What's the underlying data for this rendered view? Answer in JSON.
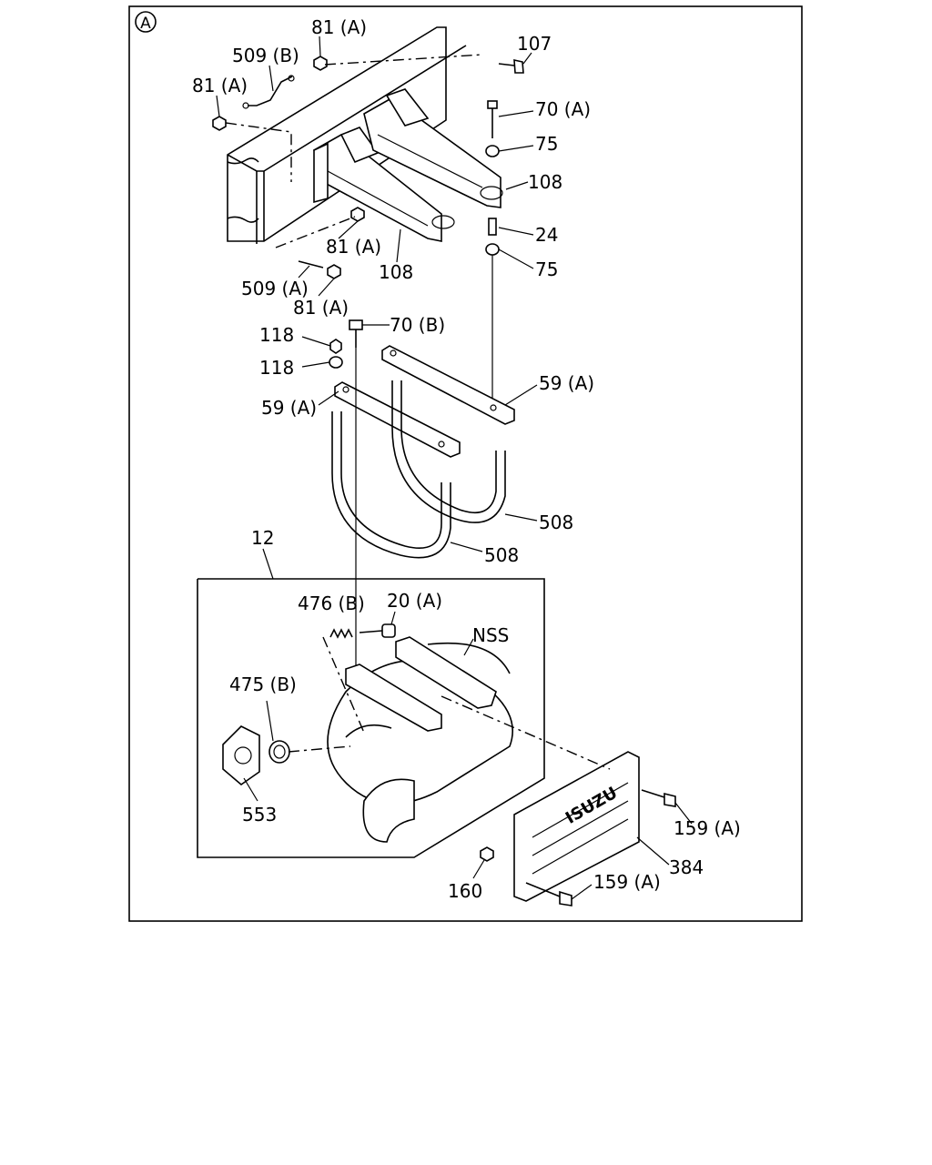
{
  "figure": {
    "view_marker": "A",
    "callouts": [
      "81 (A)",
      "509 (B)",
      "81 (A)",
      "107",
      "70 (A)",
      "75",
      "108",
      "24",
      "81 (A)",
      "108",
      "75",
      "509 (A)",
      "81 (A)",
      "70 (B)",
      "118",
      "118",
      "59 (A)",
      "59 (A)",
      "508",
      "508",
      "12",
      "476 (B)",
      "20 (A)",
      "NSS",
      "475 (B)",
      "553",
      "159 (A)",
      "384",
      "160",
      "159 (A)"
    ],
    "brand_plate_text": "ISUZU"
  }
}
